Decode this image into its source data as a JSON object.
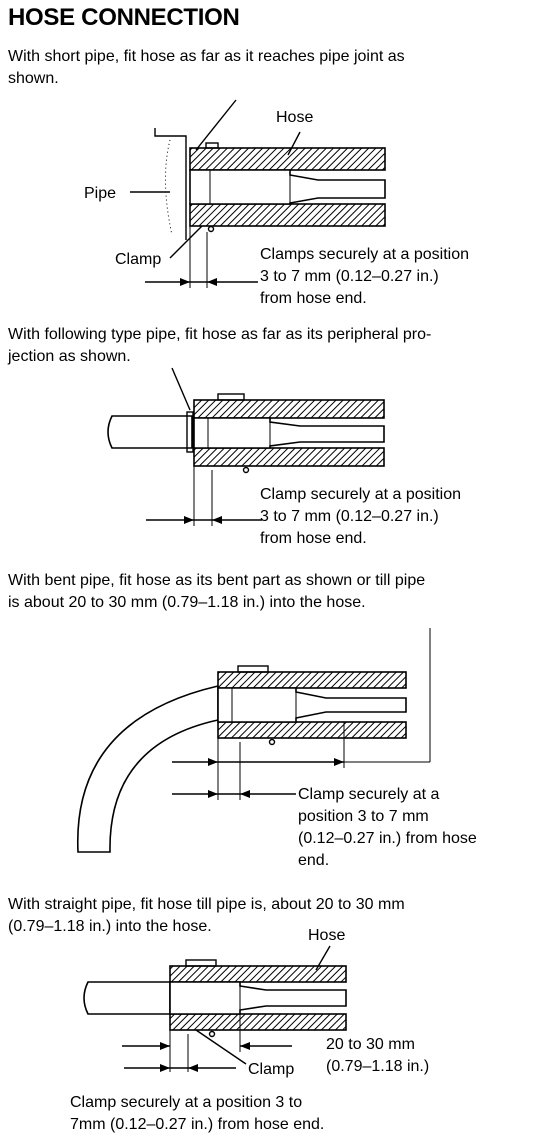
{
  "title": "HOSE CONNECTION",
  "section1": {
    "text_line1": "With short pipe, fit hose as far as it reaches pipe joint as",
    "text_line2": "shown.",
    "label_hose": "Hose",
    "label_pipe": "Pipe",
    "label_clamp": "Clamp",
    "note_line1": "Clamps securely at a position",
    "note_line2": "3 to 7 mm (0.12–0.27 in.)",
    "note_line3": "from hose end."
  },
  "section2": {
    "text_line1": "With following type pipe, fit hose as far as its peripheral pro-",
    "text_line2": "jection as shown.",
    "note_line1": "Clamp securely at a position",
    "note_line2": "3 to 7 mm (0.12–0.27 in.)",
    "note_line3": "from hose end."
  },
  "section3": {
    "text_line1": "With bent pipe, fit hose as its bent part as shown or till pipe",
    "text_line2": "is about 20 to 30 mm (0.79–1.18 in.) into the hose.",
    "note_line1": "Clamp securely at a",
    "note_line2": "position 3 to 7 mm",
    "note_line3": "(0.12–0.27 in.) from hose",
    "note_line4": "end."
  },
  "section4": {
    "text_line1": "With straight pipe, fit hose till pipe is, about 20 to 30 mm",
    "text_line2": "(0.79–1.18 in.) into the hose.",
    "label_hose": "Hose",
    "label_clamp": "Clamp",
    "dim_line1": "20 to 30 mm",
    "dim_line2": "(0.79–1.18 in.)",
    "note_line1": "Clamp securely at a position 3 to",
    "note_line2": "7mm (0.12–0.27 in.) from hose end."
  }
}
